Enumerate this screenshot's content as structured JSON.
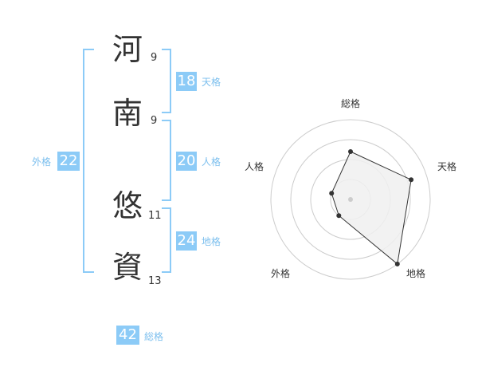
{
  "name": {
    "chars": [
      {
        "char": "河",
        "strokes": "9"
      },
      {
        "char": "南",
        "strokes": "9"
      },
      {
        "char": "悠",
        "strokes": "11"
      },
      {
        "char": "資",
        "strokes": "13"
      }
    ]
  },
  "kaku": {
    "tenkaku": {
      "value": "18",
      "label": "天格"
    },
    "jinkaku": {
      "value": "20",
      "label": "人格"
    },
    "chikaku": {
      "value": "24",
      "label": "地格"
    },
    "gaikaku": {
      "value": "22",
      "label": "外格"
    },
    "soukaku": {
      "value": "42",
      "label": "総格"
    }
  },
  "chart_data": {
    "type": "radar",
    "axes": [
      "総格",
      "天格",
      "地格",
      "外格",
      "人格"
    ],
    "values": [
      0.6,
      0.8,
      1.0,
      0.25,
      0.25
    ],
    "rings": 4,
    "colors": {
      "fill": "#f0f0f0",
      "line": "#333333",
      "ring": "#cccccc",
      "center": "#cccccc"
    }
  },
  "colors": {
    "accent": "#8ccbf7",
    "label": "#7cbfee",
    "text": "#333333"
  }
}
